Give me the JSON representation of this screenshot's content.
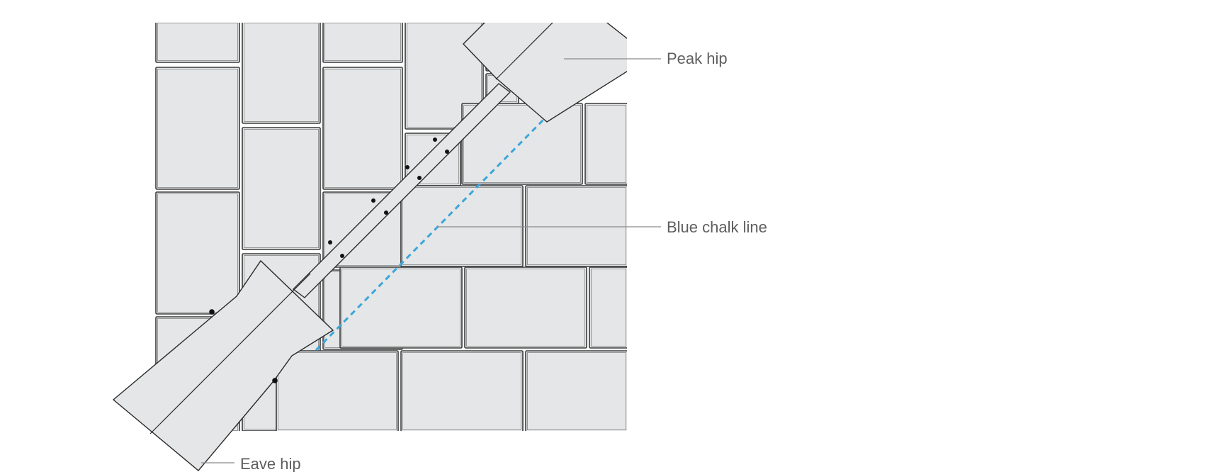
{
  "labels": {
    "peak_hip": "Peak hip",
    "blue_chalk_line": "Blue chalk line",
    "eave_hip": "Eave hip"
  },
  "colors": {
    "tile_fill": "#e5e6e7",
    "tile_outline": "#3a3a3a",
    "chalk_line": "#3ba6d9",
    "label_text": "#5e5e5e"
  }
}
